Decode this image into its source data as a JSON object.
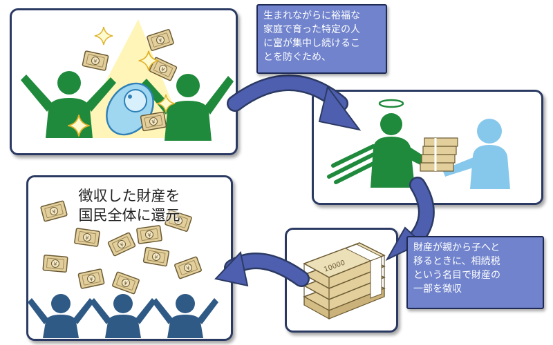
{
  "notes": {
    "top": [
      "生まれながらに裕福な",
      "家庭で育った特定の人",
      "に富が集中し続けるこ",
      "とを防ぐため、"
    ],
    "bottom": [
      "財産が親から子へと",
      "移るときに、相続税",
      "という名目で財産の",
      "一部を徴収"
    ]
  },
  "panel4_title": [
    "徴収した財産を",
    "国民全体に還元"
  ],
  "bundle_label": "10000",
  "yen_symbol": "¥",
  "colors": {
    "panel_border": "#2b3a63",
    "note_fill": "#7083cc",
    "arrow": "#4f5fb0",
    "green_figure": "#1f8a3c",
    "blue_figure": "#86c8ec",
    "navy_figure": "#2f5a86",
    "money": "#e2cf9c",
    "glow": "#fff4b0"
  }
}
